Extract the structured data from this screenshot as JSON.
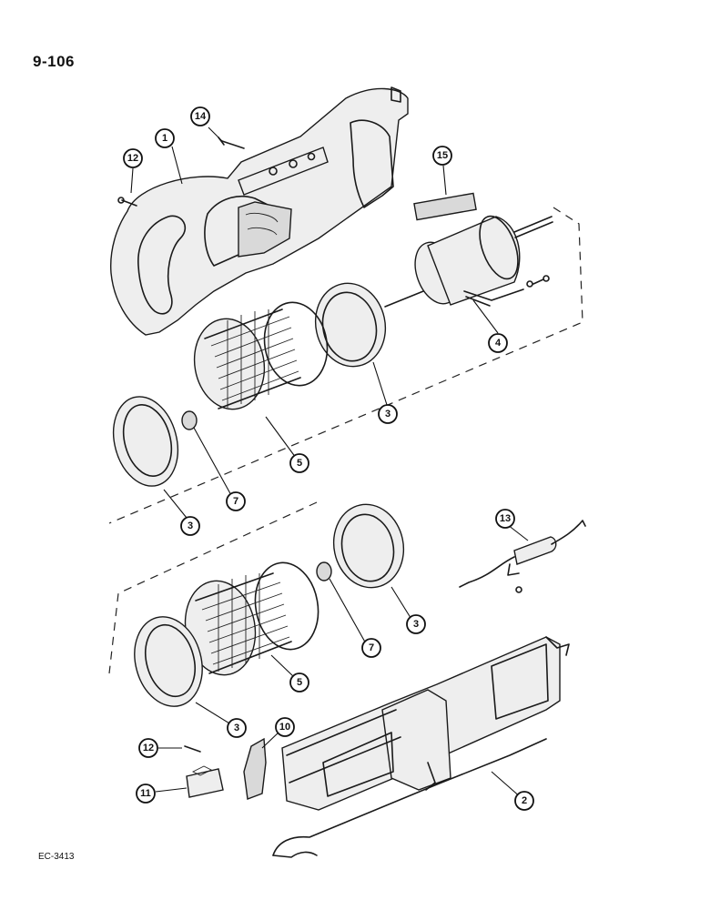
{
  "page": {
    "number": "9-106",
    "figure_code": "EC-3413"
  },
  "callouts": [
    {
      "key": "c1",
      "label": "1"
    },
    {
      "key": "c2",
      "label": "2"
    },
    {
      "key": "c3a",
      "label": "3"
    },
    {
      "key": "c3b",
      "label": "3"
    },
    {
      "key": "c3c",
      "label": "3"
    },
    {
      "key": "c3d",
      "label": "3"
    },
    {
      "key": "c4",
      "label": "4"
    },
    {
      "key": "c5a",
      "label": "5"
    },
    {
      "key": "c5b",
      "label": "5"
    },
    {
      "key": "c7a",
      "label": "7"
    },
    {
      "key": "c7b",
      "label": "7"
    },
    {
      "key": "c10",
      "label": "10"
    },
    {
      "key": "c11",
      "label": "11"
    },
    {
      "key": "c12a",
      "label": "12"
    },
    {
      "key": "c12b",
      "label": "12"
    },
    {
      "key": "c13",
      "label": "13"
    },
    {
      "key": "c14",
      "label": "14"
    },
    {
      "key": "c15",
      "label": "15"
    }
  ]
}
